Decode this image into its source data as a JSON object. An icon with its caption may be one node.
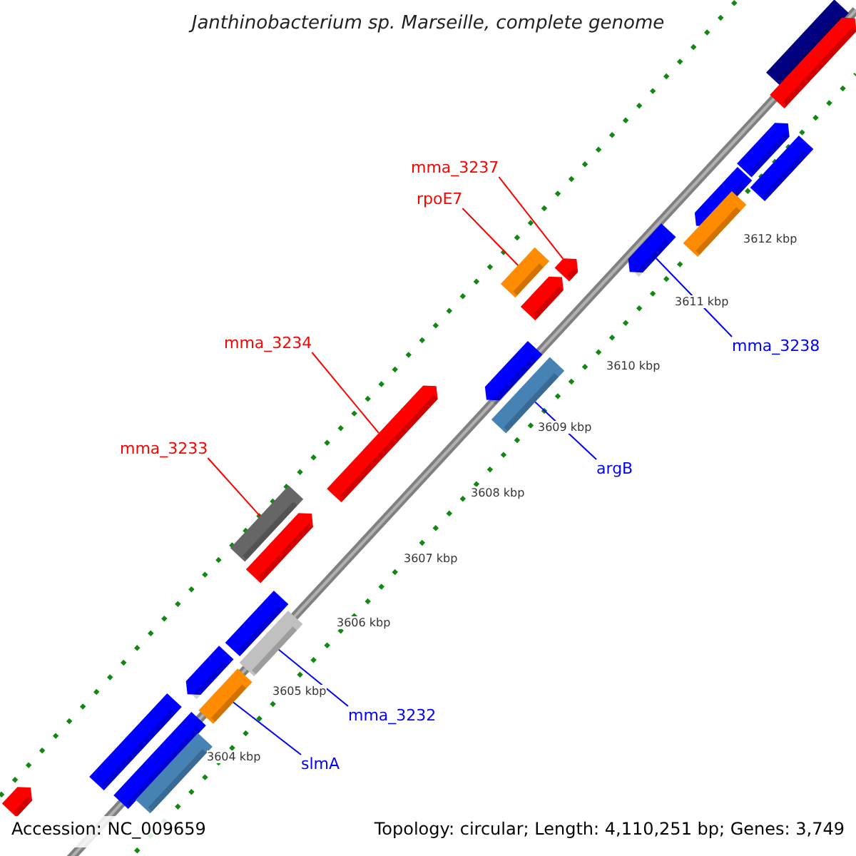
{
  "diagram": {
    "title": "Janthinobacterium sp. Marseille, complete genome",
    "nodes": [
      {
        "text": [
          "mma_3237"
        ]
      },
      {
        "text": [
          "rpoE7"
        ]
      },
      {
        "text": [
          "mma_3238"
        ]
      },
      {
        "text": [
          "mma_3234"
        ]
      },
      {
        "text": [
          "argB"
        ]
      },
      {
        "text": [
          "mma_3233"
        ]
      },
      {
        "text": [
          "mma_3232"
        ]
      },
      {
        "text": [
          "slmA"
        ]
      },
      {
        "text": [],
        "shape": "bar"
      },
      {
        "text": [],
        "shape": "bar"
      },
      {
        "text": [],
        "shape": "bar"
      },
      {
        "text": [],
        "shape": "bar"
      },
      {
        "text": [],
        "shape": "bar"
      },
      {
        "text": [],
        "shape": "bar"
      },
      {
        "text": [],
        "shape": "bar"
      },
      {
        "text": [],
        "shape": "bar"
      },
      {
        "text": [],
        "shape": "bar"
      },
      {
        "text": [],
        "shape": "bar"
      },
      {
        "text": [],
        "shape": "bar"
      },
      {
        "text": [],
        "shape": "bar"
      },
      {
        "text": [],
        "shape": "bar"
      },
      {
        "text": [],
        "shape": "bar"
      },
      {
        "text": [],
        "shape": "bar"
      },
      {
        "text": [],
        "shape": "bar"
      },
      {
        "text": [],
        "shape": "bar"
      },
      {
        "text": [],
        "shape": "bar"
      },
      {
        "text": [],
        "shape": "bar"
      },
      {
        "text": [],
        "shape": "bar"
      },
      {
        "text": [],
        "shape": "bar"
      },
      {
        "text": [],
        "shape": "bar"
      },
      {
        "text": [],
        "shape": "bar"
      }
    ],
    "edges": [
      {
        "from": 0,
        "to": 8,
        "arrow": "none",
        "color": "#ff0000"
      },
      {
        "from": 1,
        "to": 9,
        "arrow": "none",
        "color": "#ff0000"
      },
      {
        "from": 2,
        "to": 10,
        "arrow": "none",
        "color": "#0000ff"
      },
      {
        "from": 3,
        "to": 11,
        "arrow": "none",
        "color": "#ff0000"
      },
      {
        "from": 4,
        "to": 12,
        "arrow": "none",
        "color": "#0000ff"
      },
      {
        "from": 5,
        "to": 13,
        "arrow": "none",
        "color": "#ff0000"
      },
      {
        "from": 6,
        "to": 14,
        "arrow": "none",
        "color": "#0000ff"
      },
      {
        "from": 7,
        "to": 15,
        "arrow": "none",
        "color": "#0000ff"
      }
    ],
    "labels": [
      "3612 kbp",
      "3611 kbp",
      "3610 kbp",
      "3609 kbp",
      "3608 kbp",
      "3607 kbp",
      "3606 kbp",
      "3605 kbp",
      "3604 kbp",
      "Accession: NC_009659",
      "Topology: circular; Length: 4,110,251 bp; Genes: 3,749"
    ]
  }
}
